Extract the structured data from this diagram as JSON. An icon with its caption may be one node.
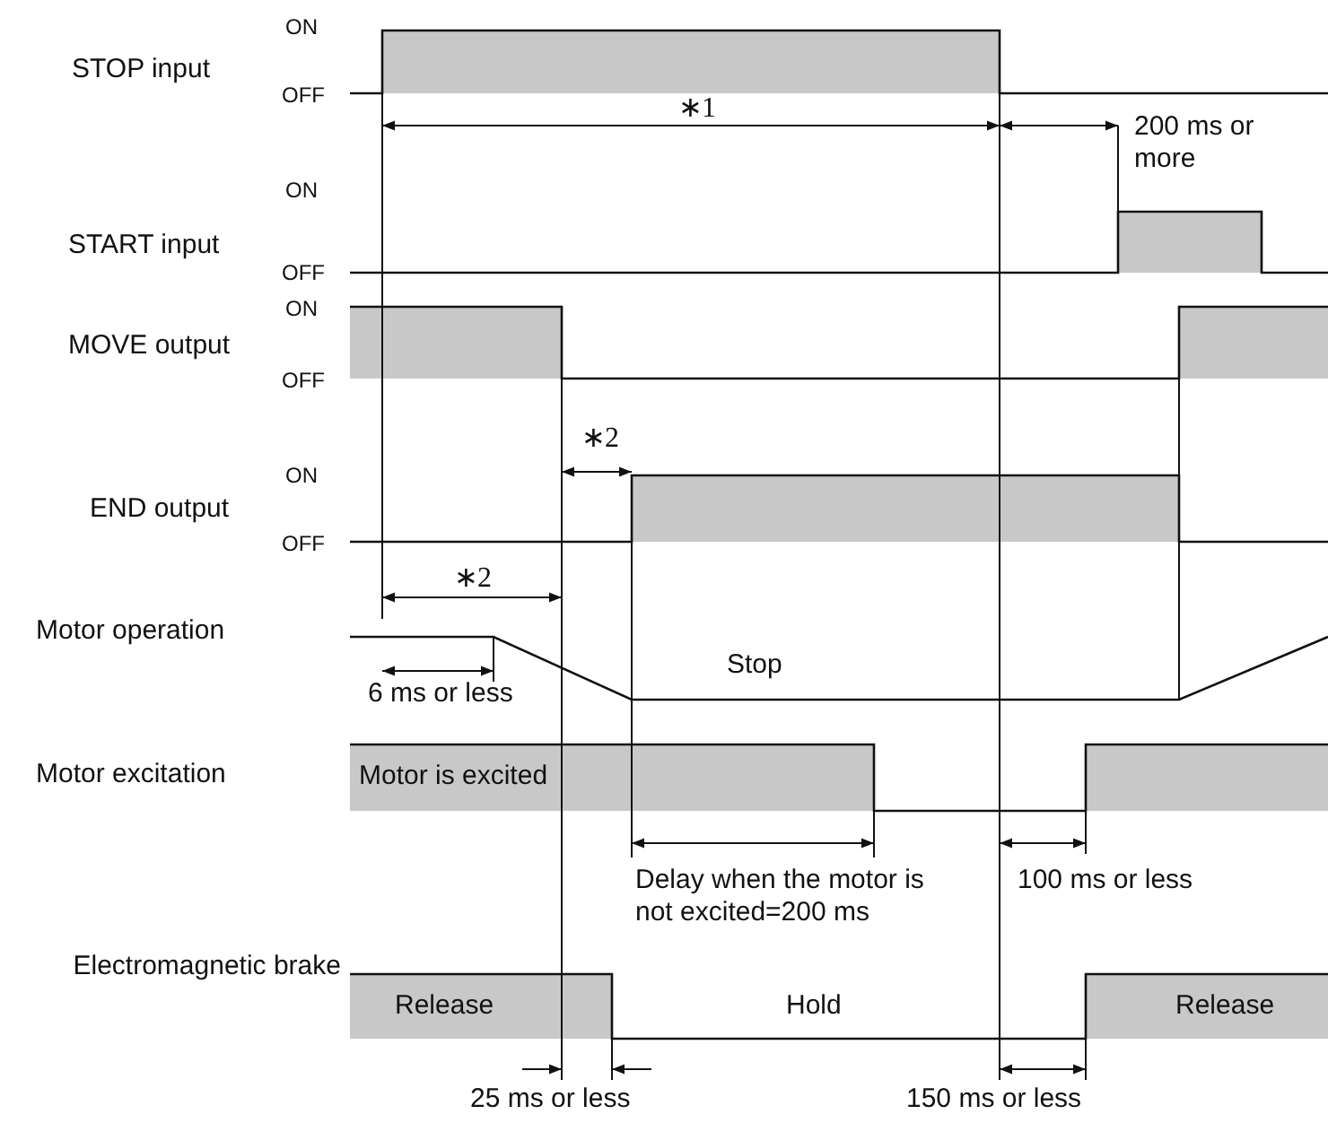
{
  "diagram": {
    "labels": [
      "ON",
      "STOP input",
      "OFF",
      "∗1",
      "200 ms or more",
      "ON",
      "START input",
      "OFF",
      "ON",
      "MOVE output",
      "OFF",
      "∗2",
      "ON",
      "END output",
      "OFF",
      "∗2",
      "Motor operation",
      "6 ms or less",
      "Stop",
      "Motor excitation",
      "Motor is excited",
      "Delay when the motor is not excited=200 ms",
      "100 ms or less",
      "Electromagnetic brake",
      "Release",
      "Hold",
      "Release",
      "25 ms or less",
      "150 ms or less"
    ]
  }
}
